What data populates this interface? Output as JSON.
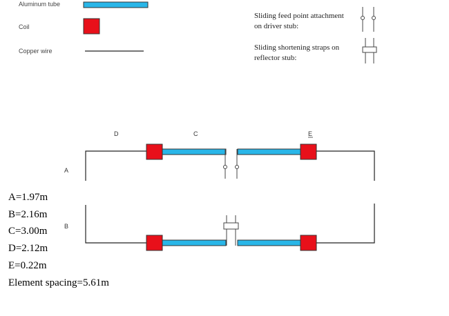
{
  "legend": {
    "aluminum_tube": "Aluminum tube",
    "coil": "Coil",
    "copper_wire": "Copper wire",
    "feed_line1": "Sliding feed point attachment",
    "feed_line2": "on driver stub:",
    "strap_line1": "Sliding shortening straps on",
    "strap_line2": "reflector stub:"
  },
  "diagram": {
    "label_d": "D",
    "label_c": "C",
    "label_e": "E",
    "label_a": "A",
    "label_b": "B"
  },
  "dimensions": {
    "a": "A=1.97m",
    "b": "B=2.16m",
    "c": "C=3.00m",
    "d": "D=2.12m",
    "e": "E=0.22m",
    "spacing": "Element spacing=5.61m"
  },
  "colors": {
    "tube": "#29b6e8",
    "coil": "#e8101a",
    "wire": "#222222"
  }
}
